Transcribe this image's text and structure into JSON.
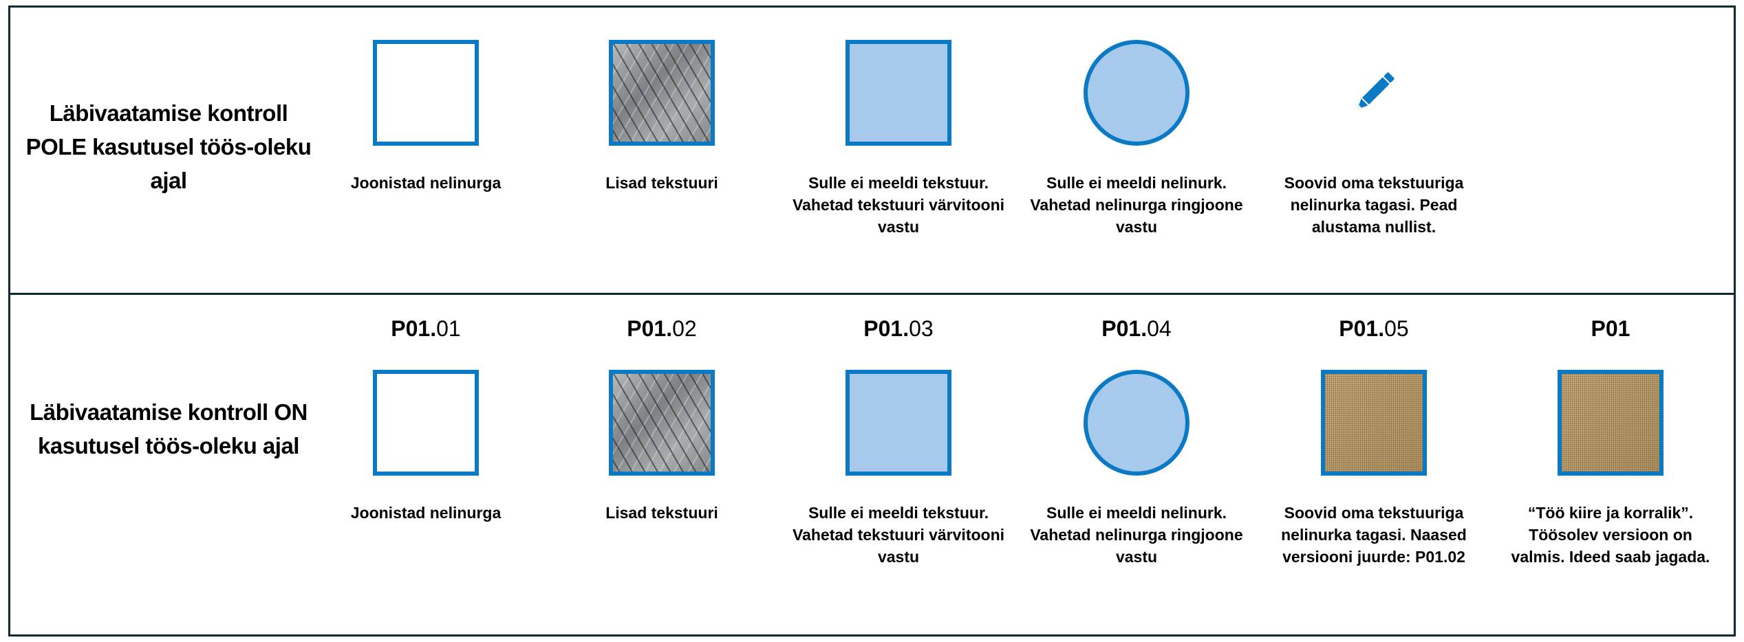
{
  "rows": [
    {
      "label": "Läbivaatamise kontroll POLE kasutusel töös-oleku ajal",
      "items": [
        {
          "caption": "Joonistad nelinurga"
        },
        {
          "caption": "Lisad tekstuuri"
        },
        {
          "caption": "Sulle ei meeldi tekstuur. Vahetad tekstuuri värvitooni vastu"
        },
        {
          "caption": "Sulle ei meeldi nelinurk. Vahetad nelinurga ringjoone vastu"
        },
        {
          "caption": "Soovid oma tekstuuriga nelinurka tagasi. Pead alustama nullist.",
          "icon": "pencil-icon"
        }
      ]
    },
    {
      "label": "Läbivaatamise kontroll ON kasutusel töös-oleku ajal",
      "items": [
        {
          "code_bold": "P01.",
          "code_rest": "01",
          "caption": "Joonistad nelinurga"
        },
        {
          "code_bold": "P01.",
          "code_rest": "02",
          "caption": "Lisad tekstuuri"
        },
        {
          "code_bold": "P01.",
          "code_rest": "03",
          "caption": "Sulle ei meeldi tekstuur. Vahetad tekstuuri värvitooni vastu"
        },
        {
          "code_bold": "P01.",
          "code_rest": "04",
          "caption": "Sulle ei meeldi nelinurk. Vahetad nelinurga ringjoone vastu"
        },
        {
          "code_bold": "P01.",
          "code_rest": "05",
          "caption": "Soovid oma tekstuuriga nelinurka tagasi. Naased versiooni juurde: P01.02"
        },
        {
          "code_bold": "P01",
          "code_rest": "",
          "caption": "“Töö kiire ja korralik”. Töösolev versioon on valmis. Ideed saab jagada."
        }
      ]
    }
  ],
  "colors": {
    "stroke": "#0a7ac4",
    "fill": "#a6c9ec"
  }
}
